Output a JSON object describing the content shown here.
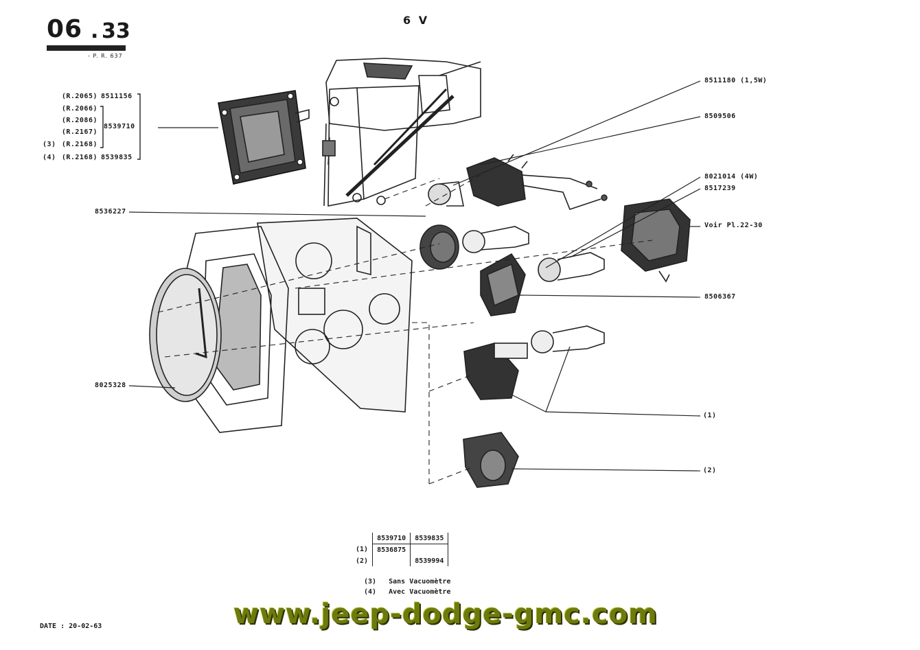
{
  "header": {
    "page_major": "06",
    "page_minor": "33",
    "ref_code": "- P. R. 637",
    "voltage": "6 V"
  },
  "left_group": {
    "rows": [
      {
        "mark": "",
        "ref": "(R.2065)",
        "part": "8511156"
      },
      {
        "mark": "",
        "ref": "(R.2066)",
        "part": ""
      },
      {
        "mark": "",
        "ref": "(R.2086)",
        "part": "8539710"
      },
      {
        "mark": "",
        "ref": "(R.2167)",
        "part": ""
      },
      {
        "mark": "(3)",
        "ref": "(R.2168)",
        "part": ""
      },
      {
        "mark": "(4)",
        "ref": "(R.2168)",
        "part": "8539835"
      }
    ]
  },
  "callouts": {
    "c8511180": "8511180 (1,5W)",
    "c8509506": "8509506",
    "c8021014": "8021014 (4W)",
    "c8517239": "8517239",
    "voir": "Voir Pl.22-30",
    "c8506367": "8506367",
    "c1": "(1)",
    "c2": "(2)",
    "c8536227": "8536227",
    "c8025328": "8025328"
  },
  "table": {
    "col1_header": "8539710",
    "col2_header": "8539835",
    "rows": [
      {
        "label": "(1)",
        "col1": "8536875",
        "col2": ""
      },
      {
        "label": "(2)",
        "col1": "",
        "col2": "8539994"
      }
    ]
  },
  "notes": [
    {
      "mark": "(3)",
      "text": "Sans Vacuomètre"
    },
    {
      "mark": "(4)",
      "text": "Avec Vacuomètre"
    }
  ],
  "footer": {
    "date": "DATE : 20-02-63",
    "watermark": "www.jeep-dodge-gmc.com"
  }
}
